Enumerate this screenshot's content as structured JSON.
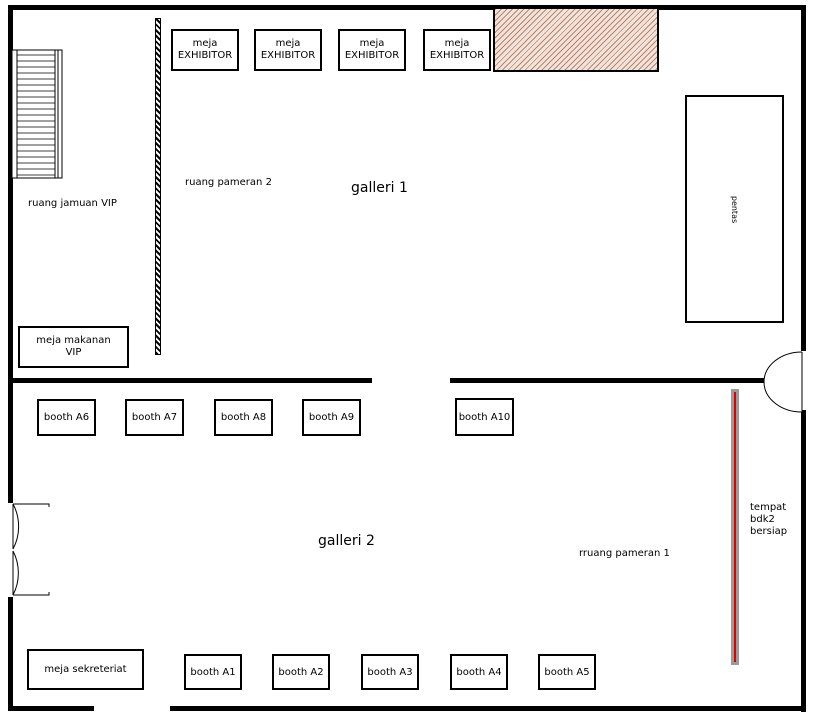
{
  "rooms": {
    "galleri_1": "galleri 1",
    "galleri_2": "galleri 2",
    "ruang_pameran_2": "ruang pameran 2",
    "ruang_pameran_1": "rruang pameran 1",
    "ruang_jamuan_vip": "ruang jamuan VIP"
  },
  "exhibitor_tables": [
    {
      "label": "meja\nEXHIBITOR"
    },
    {
      "label": "meja\nEXHIBITOR"
    },
    {
      "label": "meja\nEXHIBITOR"
    },
    {
      "label": "meja\nEXHIBITOR"
    }
  ],
  "furniture": {
    "meja_makanan_vip": "meja makanan\nVIP",
    "meja_sekreteriat": "meja sekreteriat",
    "pentas": "pentas",
    "tempat_bdk2": "tempat\nbdk2\nbersiap"
  },
  "booths_top": [
    "booth A6",
    "booth A7",
    "booth A8",
    "booth A9",
    "booth A10"
  ],
  "booths_bottom": [
    "booth A1",
    "booth A2",
    "booth A3",
    "booth A4",
    "booth A5"
  ],
  "colors": {
    "wall": "#000000",
    "hatch": "#b8856a",
    "staging_line": "#e00000",
    "staging_border": "#9a9a9a"
  }
}
